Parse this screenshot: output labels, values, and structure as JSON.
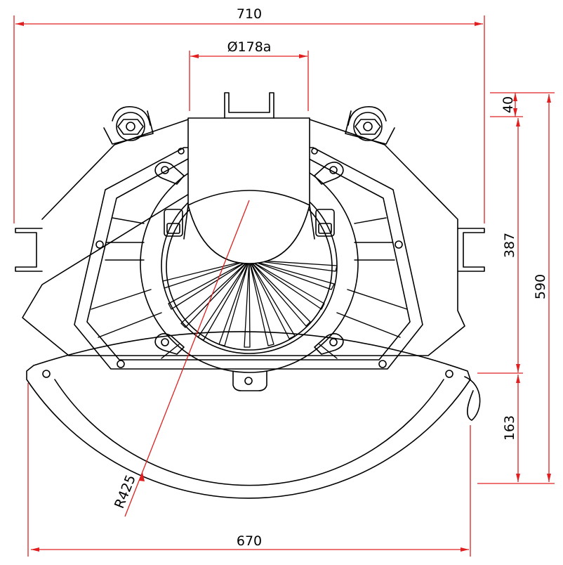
{
  "dimensions": {
    "overall_width": "710",
    "bottom_width": "670",
    "outlet_diameter": "Ø178a",
    "top_offset": "40",
    "body_height": "387",
    "total_height": "590",
    "bottom_height": "163",
    "radius": "R425"
  },
  "colors": {
    "outline": "#000000",
    "dimension": "#e02020",
    "background": "#ffffff"
  }
}
